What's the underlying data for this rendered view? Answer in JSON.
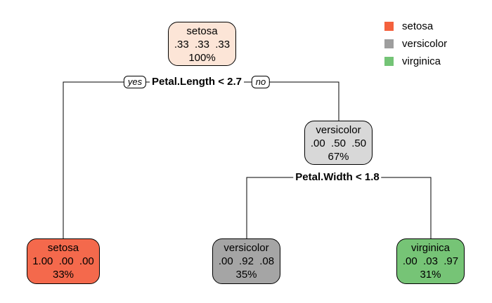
{
  "diagram": {
    "type": "decision-tree",
    "dataset_classes": [
      "setosa",
      "versicolor",
      "virginica"
    ]
  },
  "legend": {
    "items": [
      {
        "label": "setosa",
        "color": "#f4613d"
      },
      {
        "label": "versicolor",
        "color": "#9e9e9e"
      },
      {
        "label": "virginica",
        "color": "#74c476"
      }
    ]
  },
  "tree": {
    "root": {
      "class": "setosa",
      "probs": ".33  .33  .33",
      "percent": "100%",
      "fill": "#fce5d7"
    },
    "split1": {
      "condition": "Petal.Length < 2.7",
      "yes_label": "yes",
      "no_label": "no"
    },
    "leaf_setosa": {
      "class": "setosa",
      "probs": "1.00  .00  .00",
      "percent": "33%",
      "fill": "#f4694c"
    },
    "node_versicolor": {
      "class": "versicolor",
      "probs": ".00  .50  .50",
      "percent": "67%",
      "fill": "#d8d8d8"
    },
    "split2": {
      "condition": "Petal.Width < 1.8"
    },
    "leaf_versicolor": {
      "class": "versicolor",
      "probs": ".00  .92  .08",
      "percent": "35%",
      "fill": "#a5a5a5"
    },
    "leaf_virginica": {
      "class": "virginica",
      "probs": ".00  .03  .97",
      "percent": "31%",
      "fill": "#76c476"
    }
  }
}
